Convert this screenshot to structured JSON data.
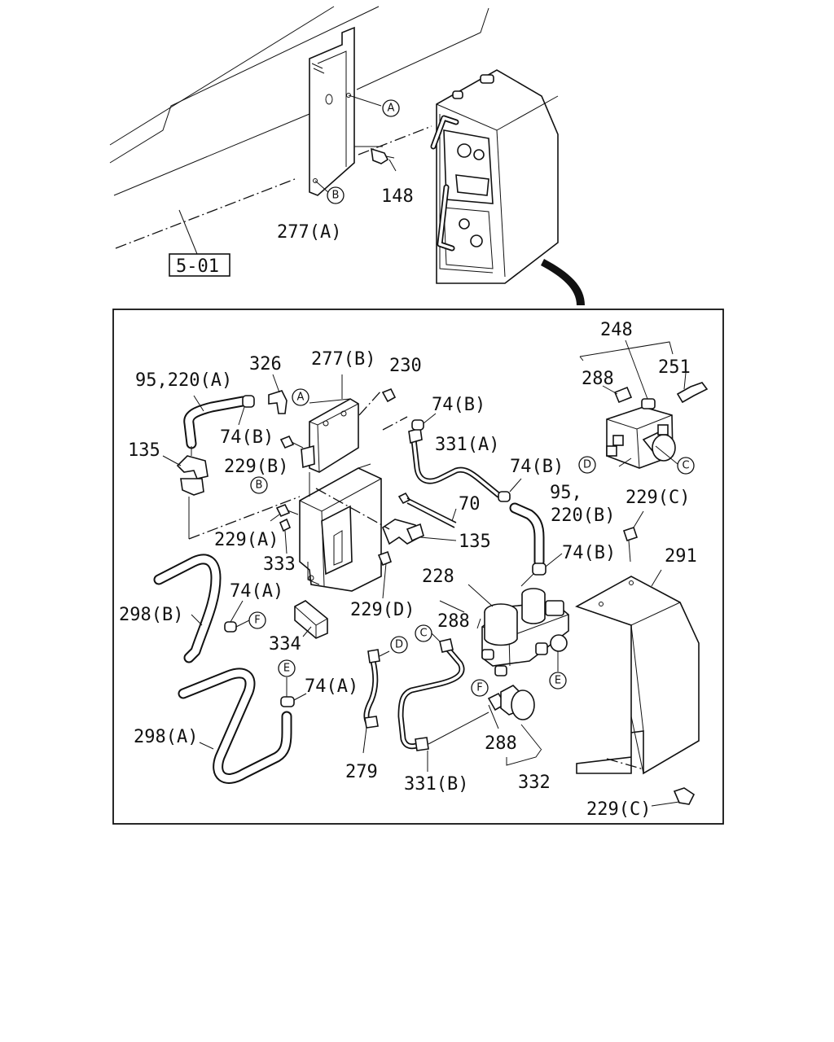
{
  "ref_box": "5-01",
  "labels": {
    "l277a": "277(A)",
    "l148": "148",
    "l248": "248",
    "l251": "251",
    "l288a": "288",
    "l326": "326",
    "l277b": "277(B)",
    "l230": "230",
    "l95_220a": "95,220(A)",
    "l74b_1": "74(B)",
    "l74b_2": "74(B)",
    "l331a": "331(A)",
    "l74b_3": "74(B)",
    "l135a": "135",
    "l229b": "229(B)",
    "l95b": "95,",
    "l220b": "220(B)",
    "l229c_1": "229(C)",
    "l70": "70",
    "l229a": "229(A)",
    "l135b": "135",
    "l291": "291",
    "l333": "333",
    "l74b_4": "74(B)",
    "l228": "228",
    "l74a_1": "74(A)",
    "l298b": "298(B)",
    "l229d": "229(D)",
    "l288b": "288",
    "l334": "334",
    "l74a_2": "74(A)",
    "l298a": "298(A)",
    "l279": "279",
    "l331b": "331(B)",
    "l288c": "288",
    "l332": "332",
    "l229c_2": "229(C)"
  },
  "callouts": {
    "a": "A",
    "b": "B",
    "c": "C",
    "d": "D",
    "e": "E",
    "f": "F"
  }
}
